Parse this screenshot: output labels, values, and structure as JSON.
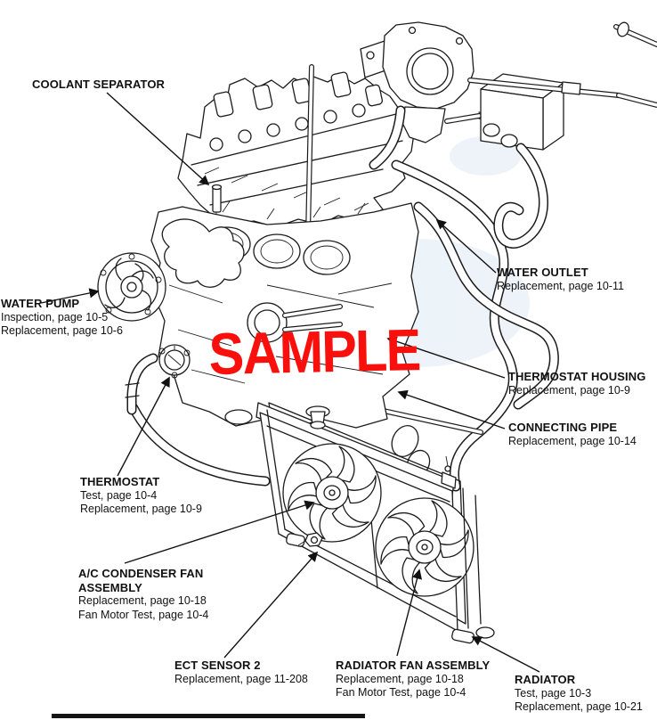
{
  "watermark": {
    "text": "SAMPLE",
    "color": "#f90f0b"
  },
  "diagram": {
    "subject": "engine cooling system component location",
    "ink_color": "#1c1c1c",
    "tint_color": "#cfe0f0"
  },
  "labels": {
    "coolant_separator": {
      "title": "COOLANT SEPARATOR"
    },
    "water_pump": {
      "title": "WATER PUMP",
      "line1": "Inspection, page 10-5",
      "line2": "Replacement, page 10-6"
    },
    "water_outlet": {
      "title": "WATER OUTLET",
      "line1": "Replacement, page 10-11"
    },
    "thermostat_housing": {
      "title": "THERMOSTAT HOUSING",
      "line1": "Replacement, page 10-9"
    },
    "connecting_pipe": {
      "title": "CONNECTING PIPE",
      "line1": "Replacement, page 10-14"
    },
    "thermostat": {
      "title": "THERMOSTAT",
      "line1": "Test, page 10-4",
      "line2": "Replacement, page 10-9"
    },
    "ac_condenser_fan_assembly": {
      "title1": "A/C CONDENSER FAN",
      "title2": "ASSEMBLY",
      "line1": "Replacement, page 10-18",
      "line2": "Fan Motor Test, page 10-4"
    },
    "ect_sensor_2": {
      "title": "ECT SENSOR 2",
      "line1": "Replacement, page 11-208"
    },
    "radiator_fan_assembly": {
      "title": "RADIATOR FAN ASSEMBLY",
      "line1": "Replacement, page 10-18",
      "line2": "Fan Motor Test, page 10-4"
    },
    "radiator": {
      "title": "RADIATOR",
      "line1": "Test, page 10-3",
      "line2": "Replacement, page 10-21"
    }
  }
}
